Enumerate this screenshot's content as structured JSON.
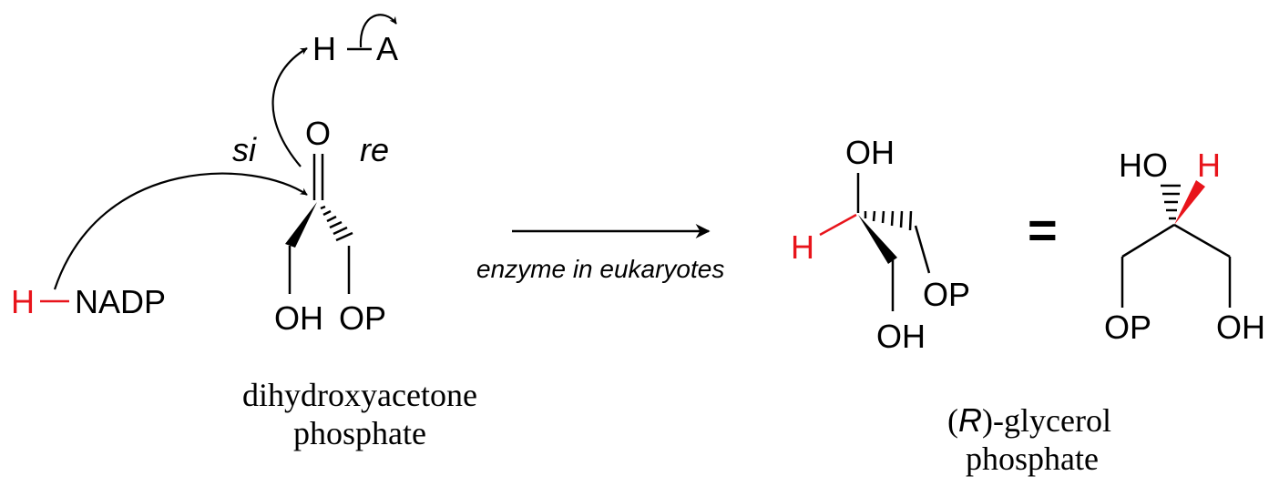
{
  "reaction": {
    "hydride_donor": {
      "h": "H",
      "group": "NADP"
    },
    "acid": {
      "h": "H",
      "a": "A"
    },
    "faces": {
      "si": "si",
      "re": "re"
    },
    "substrate": {
      "carbonyl_o": "O",
      "oh": "OH",
      "op": "OP",
      "name_line1": "dihydroxyacetone",
      "name_line2": "phosphate"
    },
    "condition": "enzyme in eukaryotes",
    "product_a": {
      "oh_top": "OH",
      "h": "H",
      "op": "OP",
      "oh_bottom": "OH"
    },
    "equals": "=",
    "product_b": {
      "ho": "HO",
      "h": "H",
      "op": "OP",
      "oh": "OH"
    },
    "product_name": {
      "r_label": "R",
      "rest_line1": ")-glycerol",
      "line2": "phosphate"
    }
  },
  "colors": {
    "highlight": "#e8141b",
    "ink": "#000000"
  }
}
